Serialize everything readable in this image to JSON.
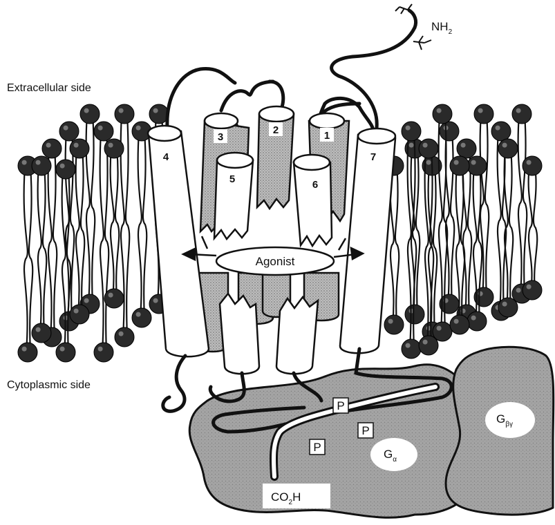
{
  "labels": {
    "extracellular": "Extracellular side",
    "cytoplasmic": "Cytoplasmic side",
    "agonist": "Agonist",
    "n_terminus": "NH",
    "n_terminus_sub": "2",
    "c_terminus": "CO",
    "c_terminus_sub": "2",
    "c_terminus_tail": "H",
    "phosphate": "P",
    "g_alpha": "G",
    "g_alpha_sub": "α",
    "g_betagamma": "G",
    "g_betagamma_sub": "βγ"
  },
  "helices": [
    "1",
    "2",
    "3",
    "4",
    "5",
    "6",
    "7"
  ],
  "colors": {
    "ink": "#111111",
    "shaded": "#9a9a9a",
    "gprotein": "#a9a9a9",
    "lipid_head": "#2a2a2a"
  }
}
